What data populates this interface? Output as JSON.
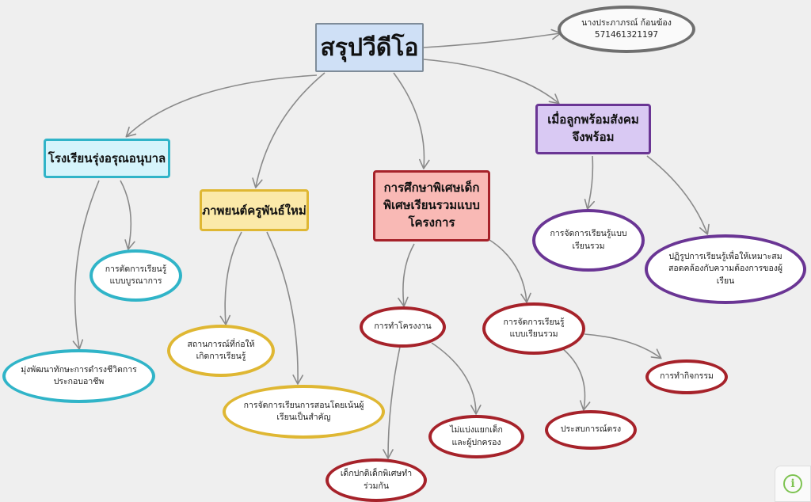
{
  "title": "สรุปวีดีโอ",
  "author": {
    "name": "นางประภาภรณ์  ก้อนฆ้อง",
    "id": "571461321197"
  },
  "branches": {
    "school": {
      "label": "โรงเรียนรุ่งอรุณอนุบาล",
      "children": [
        "การตัดการเรียนรู้แบบบูรณาการ",
        "มุ่งพัฒนาทักษะการดำรงชีวิตการประกอบอาชีพ"
      ]
    },
    "film": {
      "label": "ภาพยนต์ครูพันธ์ใหม่",
      "children": [
        "สถานการณ์ที่ก่อให้เกิดการเรียนรู้",
        "การจัดการเรียนการสอนโดยเน้นผู้เรียนเป็นสำคัญ"
      ]
    },
    "special": {
      "label": "การศึกษาพิเศษเด็กพิเศษเรียนรวมแบบโครงการ",
      "project": {
        "label": "การทำโครงงาน",
        "children": [
          "เด็กปกติเด็กพิเศษทำร่วมกัน",
          "ไม่แบ่งแยกเด็กและผู้ปกครอง"
        ]
      },
      "inclusive": {
        "label": "การจัดการเรียนรู้แบบเรียนรวม",
        "children": [
          "ประสบการณ์ตรง",
          "การทำกิจกรรม"
        ]
      }
    },
    "society": {
      "label": "เมื่อลูกพร้อมสังคมจึงพร้อม",
      "children": [
        "การจัดการเรียนรู้แบบเรียนรวม",
        "ปฏิรูปการเรียนรู้เพื่อให้เหมาะสมสอดคล้องกับความต้องการของผู้เรียน"
      ]
    }
  },
  "colors": {
    "title_fill": "#cfe0f6",
    "title_border": "#7f8c99",
    "school_fill": "#d5f4fb",
    "school_border": "#30b4c8",
    "film_fill": "#fbe9a9",
    "film_border": "#dfb733",
    "special_fill": "#f9b9b5",
    "special_border": "#a6222a",
    "society_fill": "#d9c9f3",
    "society_border": "#6a3594",
    "author_border": "#6f6f6f",
    "arrow": "#8a8a8a"
  },
  "icons": {
    "info": "info-icon"
  }
}
